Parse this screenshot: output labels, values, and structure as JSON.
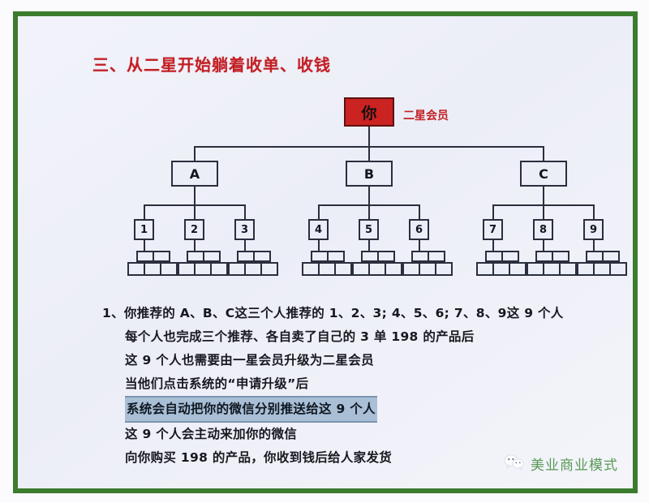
{
  "title": "三、从二星开始躺着收单、收钱",
  "colors": {
    "frame_green": "#3c7c2e",
    "title_red": "#c32026",
    "root_box_red": "#cb2222",
    "node_border": "#2a2e3e",
    "highlight_bg": "#a9bfd6",
    "watermark_green": "#3f8a3a"
  },
  "diagram": {
    "root": {
      "label": "你",
      "side_label": "二星会员"
    },
    "level2": [
      {
        "label": "A"
      },
      {
        "label": "B"
      },
      {
        "label": "C"
      }
    ],
    "level3": [
      {
        "label": "1"
      },
      {
        "label": "2"
      },
      {
        "label": "3"
      },
      {
        "label": "4"
      },
      {
        "label": "5"
      },
      {
        "label": "6"
      },
      {
        "label": "7"
      },
      {
        "label": "8"
      },
      {
        "label": "9"
      }
    ],
    "leaf_groups_per_node": 3,
    "leaf_cells_per_group": 3
  },
  "body_text": {
    "item_number": "1、",
    "lines": [
      "你推荐的 A、B、C这三个人推荐的 1、2、3;  4、5、6;  7、8、9这 9 个人",
      "每个人也完成三个推荐、各自卖了自己的 3 单 198 的产品后",
      "这 9 个人也需要由一星会员升级为二星会员",
      "当他们点击系统的“申请升级”后"
    ],
    "highlighted_line": "系统会自动把你的微信分别推送给这 9 个人",
    "lines_after": [
      "这 9 个人会主动来加你的微信",
      "向你购买 198 的产品，你收到钱后给人家发货"
    ]
  },
  "watermark": {
    "icon": "wechat-icon",
    "text": "美业商业模式"
  }
}
